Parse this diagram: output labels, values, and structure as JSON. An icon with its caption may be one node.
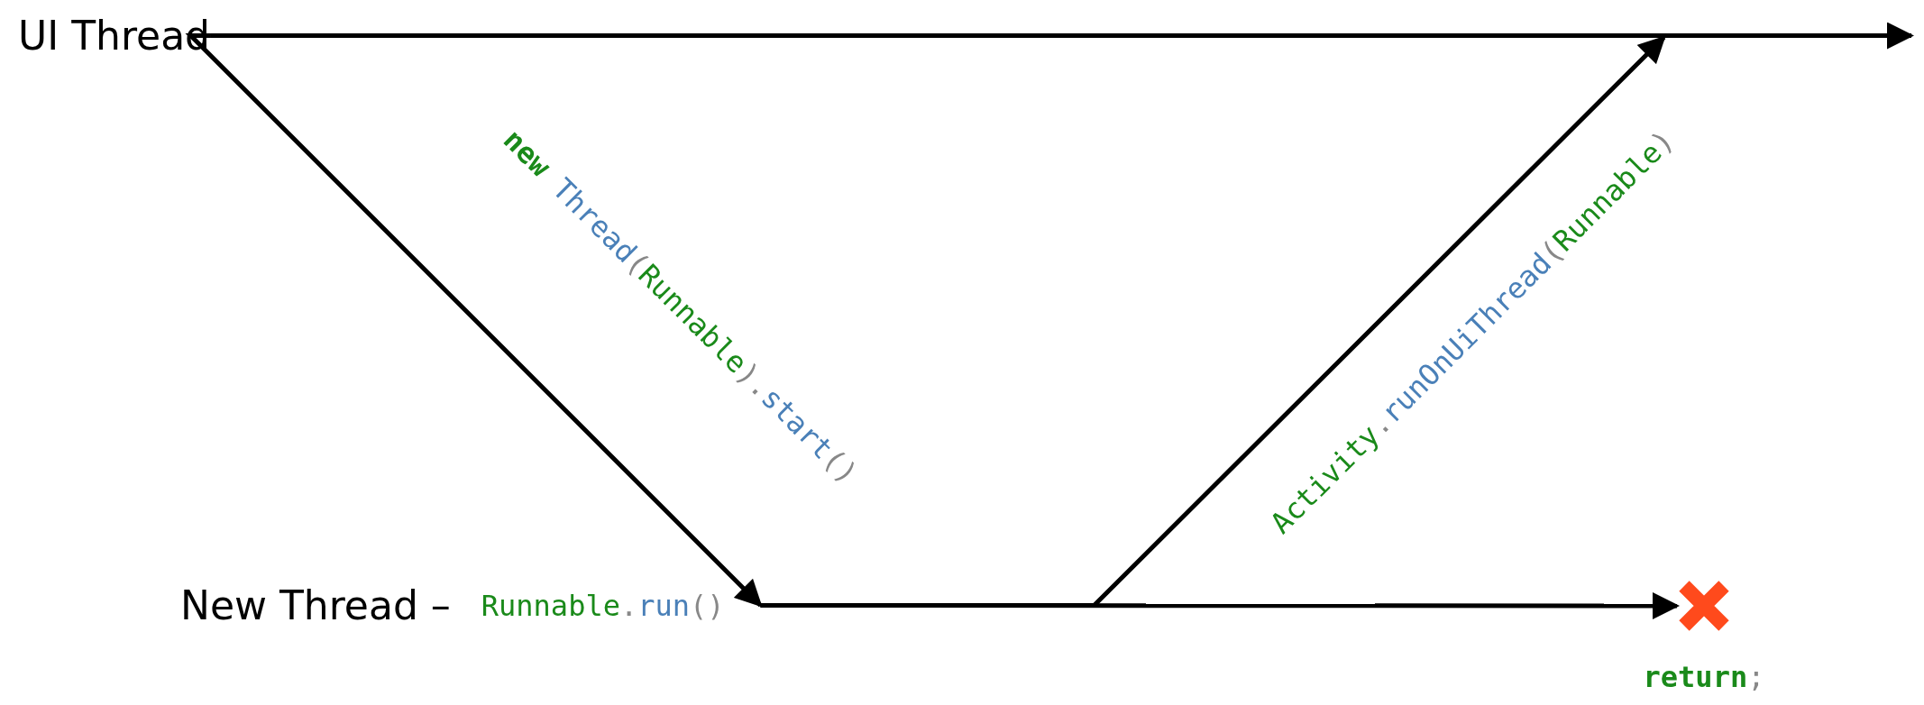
{
  "diagram": {
    "nodes": [
      {
        "text": [
          "UI Thread"
        ]
      },
      {
        "text": [
          "New Thread –",
          "Runnable.run()"
        ]
      },
      {
        "text": [],
        "shape": "cross",
        "beside": [
          "**return**;"
        ]
      }
    ],
    "edges": [
      {
        "from": 0,
        "to": null,
        "arrow": "to"
      },
      {
        "from": 0,
        "to": 1,
        "arrow": "to",
        "label": "**new** Thread(Runnable).start()"
      },
      {
        "from": 1,
        "to": 2,
        "arrow": "to"
      },
      {
        "from": 1,
        "to": null,
        "arrow": "to",
        "label": "Activity.runOnUiThread(Runnable)"
      }
    ]
  }
}
